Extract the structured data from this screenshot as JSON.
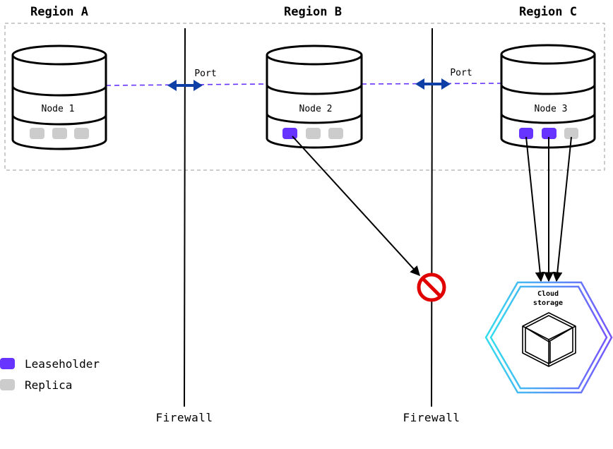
{
  "regions": [
    {
      "name": "Region A"
    },
    {
      "name": "Region B"
    },
    {
      "name": "Region C"
    }
  ],
  "nodes": [
    {
      "label": "Node 1",
      "ranges": [
        "replica",
        "replica",
        "replica"
      ]
    },
    {
      "label": "Node 2",
      "ranges": [
        "leaseholder",
        "replica",
        "replica"
      ]
    },
    {
      "label": "Node 3",
      "ranges": [
        "leaseholder",
        "leaseholder",
        "replica"
      ]
    }
  ],
  "ports": [
    {
      "label": "Port"
    },
    {
      "label": "Port"
    }
  ],
  "firewalls": [
    {
      "label": "Firewall"
    },
    {
      "label": "Firewall"
    }
  ],
  "cloud_storage": {
    "line1": "Cloud",
    "line2": "storage"
  },
  "legend": {
    "leaseholder": "Leaseholder",
    "replica": "Replica"
  },
  "colors": {
    "leaseholder": "#6633ff",
    "replica": "#cccccc",
    "dashed_link": "#6633ff",
    "port_arrow": "#0d3fa6",
    "blocked": "#e00000",
    "hexagon_gradient_start": "#33ddee",
    "hexagon_gradient_end": "#7755ff"
  },
  "icons": {
    "blocked": "no-entry-icon",
    "storage": "cube-icon"
  }
}
